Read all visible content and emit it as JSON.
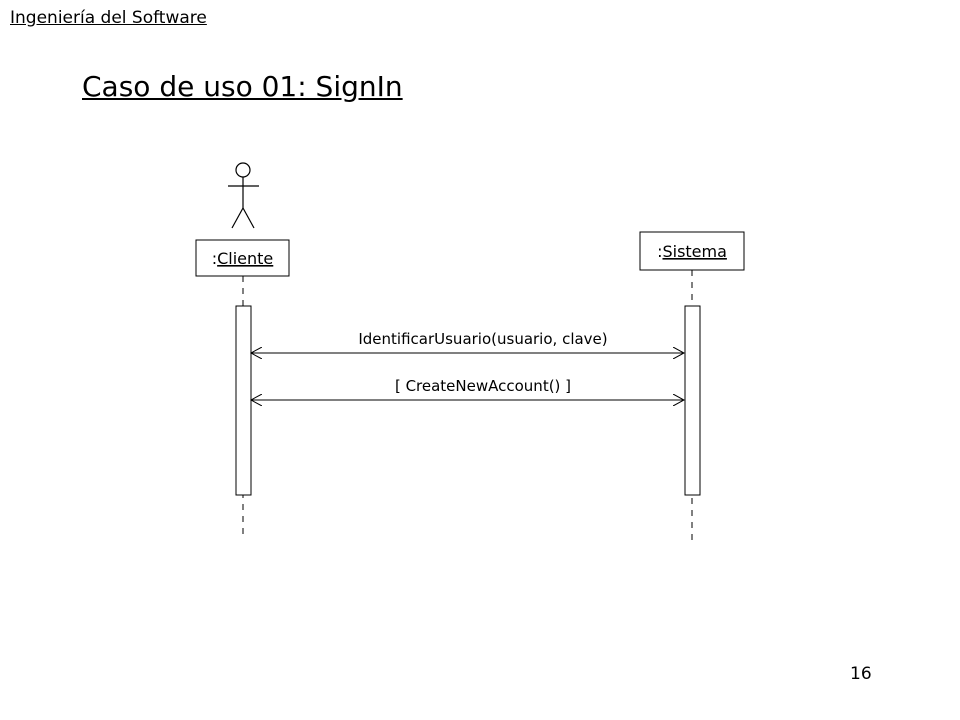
{
  "header": {
    "title": "Ingeniería del Software"
  },
  "slide": {
    "title": "Caso de uso 01: SignIn",
    "page_number": "16"
  },
  "diagram": {
    "actor": {
      "prefix": ":",
      "name": "Cliente"
    },
    "system": {
      "prefix": ":",
      "name": "Sistema"
    },
    "messages": [
      {
        "label": "IdentificarUsuario(usuario, clave)"
      },
      {
        "label": "[ CreateNewAccount() ]"
      }
    ]
  }
}
